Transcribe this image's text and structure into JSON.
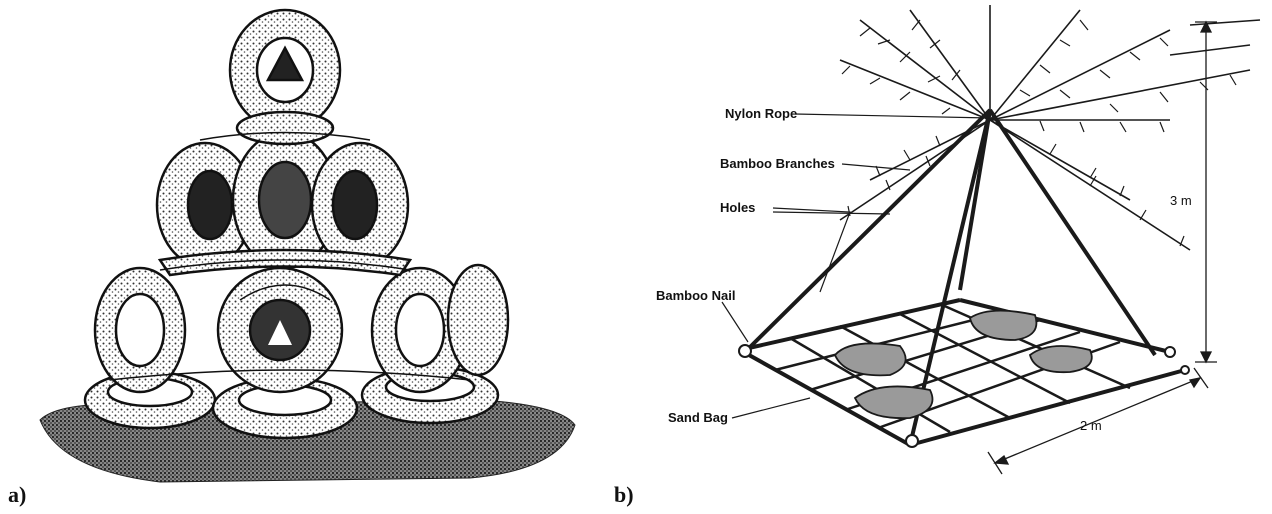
{
  "panels": [
    {
      "letter": "a)",
      "depicts": "pyramid of tied rubber tires"
    },
    {
      "letter": "b)",
      "depicts": "bamboo pyramid frame with branches",
      "callouts": {
        "nylon_rope": "Nylon Rope",
        "bamboo_branches": "Bamboo Branches",
        "holes": "Holes",
        "bamboo_nail": "Bamboo Nail",
        "sand_bag": "Sand Bag"
      },
      "dimensions": {
        "height": "3 m",
        "base": "2 m"
      }
    }
  ],
  "colors": {
    "ink": "#1a1a1a",
    "paper": "#ffffff",
    "stipple": "#555555"
  }
}
